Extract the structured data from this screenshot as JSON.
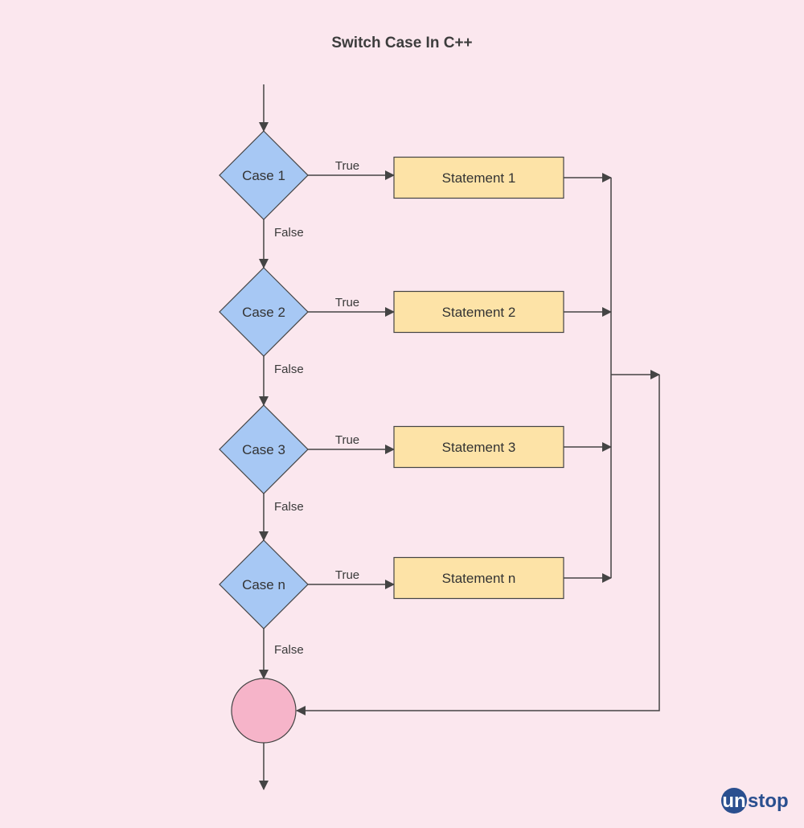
{
  "title": "Switch Case In C++",
  "cases": [
    {
      "label": "Case 1",
      "statement": "Statement 1"
    },
    {
      "label": "Case 2",
      "statement": "Statement 2"
    },
    {
      "label": "Case 3",
      "statement": "Statement 3"
    },
    {
      "label": "Case n",
      "statement": "Statement n"
    }
  ],
  "edges": {
    "true_label": "True",
    "false_label": "False"
  },
  "logo": {
    "first": "un",
    "rest": "stop"
  },
  "colors": {
    "background": "#fbe7ee",
    "decision_fill": "#a7c8f4",
    "statement_fill": "#fde3a7",
    "end_fill": "#f6b4c9",
    "line": "#444444",
    "logo_blue": "#2a4f8f"
  }
}
